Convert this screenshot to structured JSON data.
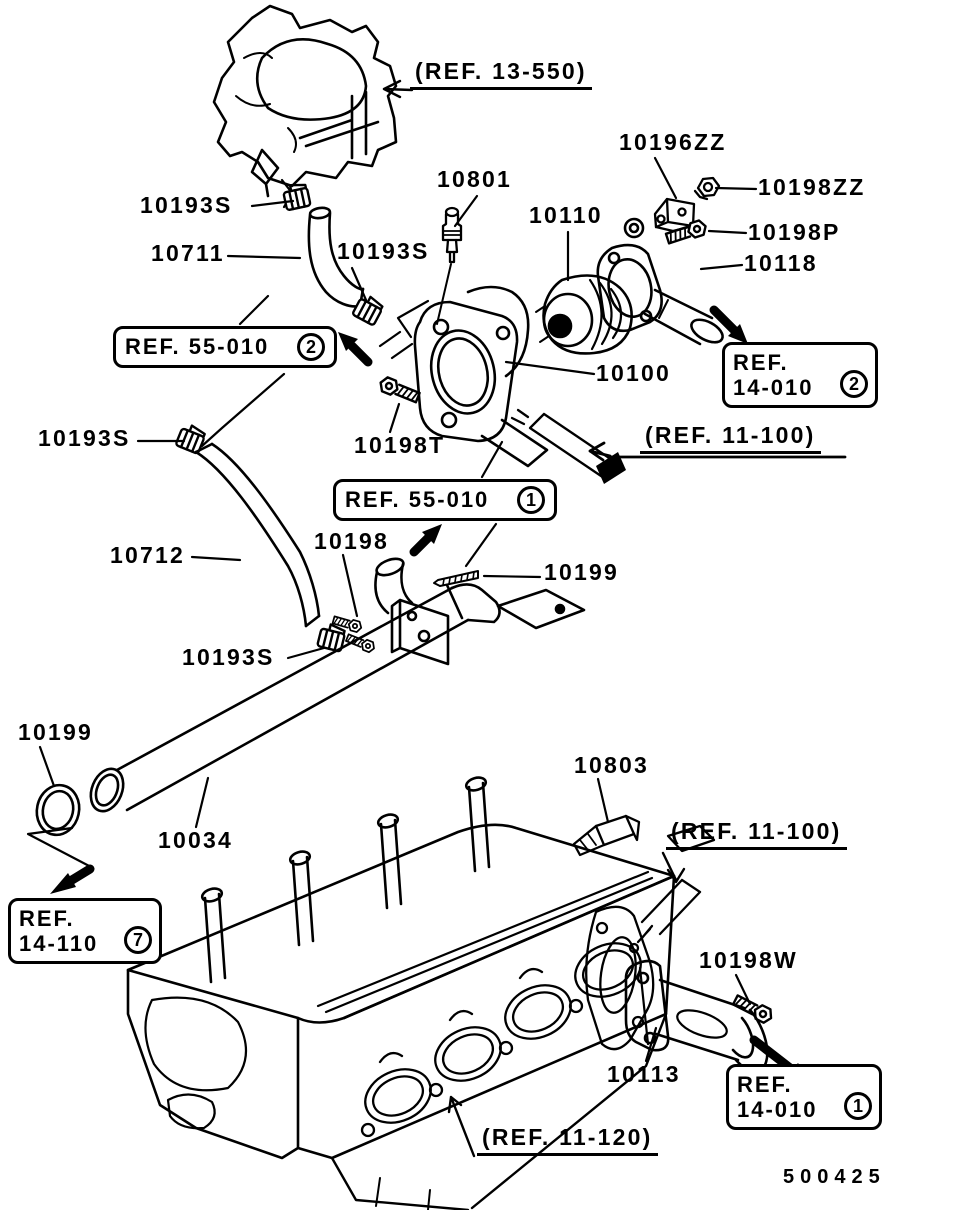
{
  "colors": {
    "ink": "#000000",
    "paper": "#ffffff"
  },
  "labels": {
    "ref_13_550": "(REF. 13-550)",
    "ref_11_100": "(REF. 11-100)",
    "ref_11_120": "(REF. 11-120)",
    "p10193s": "10193S",
    "p10711": "10711",
    "p10801": "10801",
    "p10110": "10110",
    "p10196zz": "10196ZZ",
    "p10198zz": "10198ZZ",
    "p10198p": "10198P",
    "p10118": "10118",
    "p10100": "10100",
    "p10198t": "10198T",
    "p10198": "10198",
    "p10199": "10199",
    "p10712": "10712",
    "p10034": "10034",
    "p10803": "10803",
    "p10198w": "10198W",
    "p10113": "10113",
    "drawing_number": "500425"
  },
  "ref_boxes": {
    "b55_010_2": {
      "label": "REF. 55-010",
      "badge": "2"
    },
    "b55_010_1": {
      "label": "REF. 55-010",
      "badge": "1"
    },
    "b14_010_2": {
      "line1": "REF.",
      "line2": "14-010",
      "badge": "2"
    },
    "b14_110_7": {
      "line1": "REF.",
      "line2": "14-110",
      "badge": "7"
    },
    "b14_010_1": {
      "line1": "REF.",
      "line2": "14-010",
      "badge": "1"
    }
  }
}
